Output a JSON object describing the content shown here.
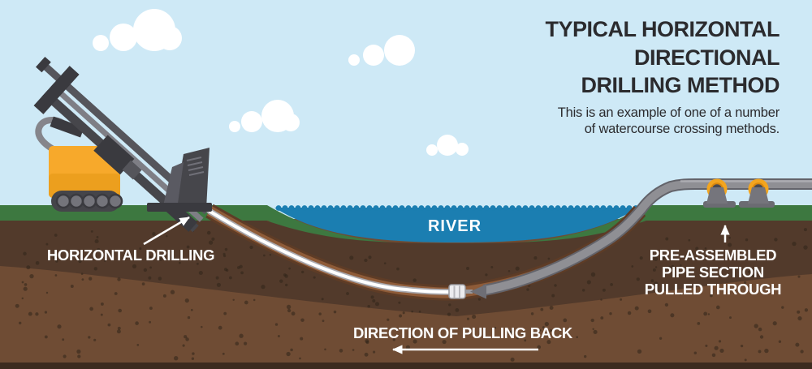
{
  "header": {
    "title_line1": "TYPICAL HORIZONTAL",
    "title_line2": "DIRECTIONAL",
    "title_line3": "DRILLING METHOD",
    "subtitle_line1": "This is an example of one of a number",
    "subtitle_line2": "of watercourse crossing methods."
  },
  "labels": {
    "river": "RIVER",
    "horizontal_drilling": "HORIZONTAL DRILLING",
    "pre_assembled_line1": "PRE-ASSEMBLED",
    "pre_assembled_line2": "PIPE SECTION",
    "pre_assembled_line3": "PULLED THROUGH",
    "direction_of_pulling_back": "DIRECTION OF PULLING BACK"
  },
  "colors": {
    "sky": "#CEE9F6",
    "cloud": "#FFFFFF",
    "water": "#1B7EB1",
    "grass": "#3D7840",
    "soil_light": "#6F4C34",
    "soil_dark": "#523A2B",
    "soil_band": "#3C2B1F",
    "speckle": "#30241A",
    "borehole": "#8E5B38",
    "borehole_edge": "#5E3C26",
    "pipe": "#8F8F94",
    "pipe_dark": "#63636A",
    "pipe_highlight": "#ACACB1",
    "drill_rod": "#FFFFFF",
    "rod_casing": "#A9A9AF",
    "rig_yellow": "#F7A92B",
    "rig_yellow_dark": "#EC9F1E",
    "rig_gray": "#46464B",
    "rig_gray_dark": "#3A3A3F",
    "rig_gray_light": "#7E7E85",
    "roller_yellow": "#F3A51F",
    "text_dark": "#2B2B2E",
    "text_light": "#FFFFFF"
  }
}
